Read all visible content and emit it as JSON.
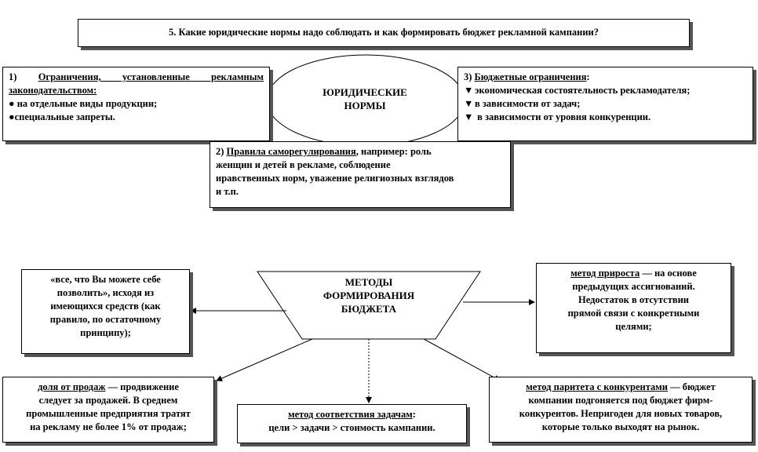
{
  "header": {
    "question": "5. Какие юридические нормы надо соблюдать и как формировать бюджет рекламной кампании?"
  },
  "legal": {
    "center_line1": "ЮРИДИЧЕСКИЕ",
    "center_line2": "НОРМЫ",
    "box1": {
      "number": "1)",
      "title_part1": "Ограничения, установленные рекламным",
      "title_part2": "законодательством:",
      "items": [
        "на отдельные виды продукции;",
        "специальные запреты."
      ]
    },
    "box2": {
      "number": "2)",
      "title": "Правила саморегулирования",
      "text_rest": ", например: роль",
      "lines": [
        "женщин и детей в рекламе, соблюдение",
        "нравственных норм, уважение религиозных взглядов",
        "и т.п."
      ]
    },
    "box3": {
      "number": "3)",
      "title": "Бюджетные ограничения",
      "title_suffix": ":",
      "items": [
        "экономическая состоятельность рекламодателя;",
        "в зависимости от задач;",
        " в  зависимости от уровня конкуренции."
      ]
    }
  },
  "budget": {
    "center_line1": "МЕТОДЫ",
    "center_line2": "ФОРМИРОВАНИЯ",
    "center_line3": "БЮДЖЕТА",
    "afford": {
      "lines": [
        "«все, что Вы можете себе",
        "позволить»",
        ", исходя из",
        "имеющихся  средств (как",
        "правило, по остаточному",
        "принципу);"
      ]
    },
    "increment": {
      "title": "метод прироста",
      "lines": [
        " — на основе",
        "предыдущих  ассигнований.",
        "Недостаток в отсутствии",
        "прямой связи с конкретными",
        "целями;"
      ]
    },
    "sales": {
      "title": "доля от продаж",
      "lines": [
        " — продвижение",
        "следует за продажей. В среднем",
        "промышленные предприятия тратят",
        "на рекламу не более 1% от продаж;"
      ]
    },
    "tasks": {
      "title": "метод соответствия задачам",
      "title_suffix": ":",
      "formula": "цели > задачи > стоимость кампании."
    },
    "parity": {
      "title": "метод паритета с конкурентами",
      "lines": [
        " — бюджет",
        "компании подгоняется под бюджет фирм-",
        "конкурентов. Непригоден для новых товаров,",
        "которые только выходят на рынок."
      ]
    }
  }
}
